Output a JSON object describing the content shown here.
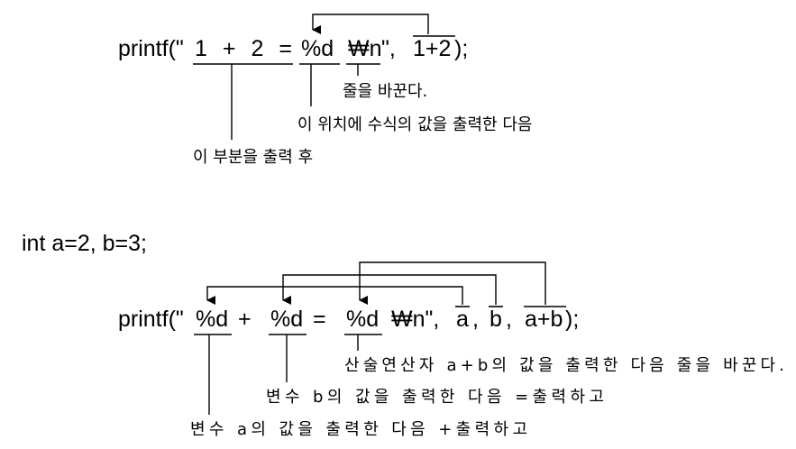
{
  "example1": {
    "code": {
      "prefix": "printf(\"",
      "fmt_text": "1 + 2 = ",
      "spec": "%d",
      "newline": "₩n",
      "sep": "\", ",
      "expr": "1+2",
      "suffix": ");"
    },
    "notes": {
      "newline": "줄을 바꾼다.",
      "spec": "이 위치에 수식의 값을 출력한 다음",
      "fmt_text": "이 부분을 출력 후"
    }
  },
  "declaration": "int a=2, b=3;",
  "example2": {
    "code": {
      "prefix": "printf(\"",
      "spec1": "%d",
      "plus": " + ",
      "spec2": "%d",
      "equals": " = ",
      "spec3": "%d",
      "newline": "₩n\", ",
      "arg1": "a",
      "comma1": ", ",
      "arg2": "b",
      "comma2": ", ",
      "arg3": "a+b",
      "suffix": ");"
    },
    "notes": {
      "spec3": "산술연산자 a+b의 값을 출력한 다음 줄을 바꾼다.",
      "spec2": "변수 b의 값을 출력한 다음 =출력하고",
      "spec1": "변수 a의 값을 출력한 다음 +출력하고"
    }
  },
  "colors": {
    "ink": "#000000",
    "background": "#ffffff"
  }
}
